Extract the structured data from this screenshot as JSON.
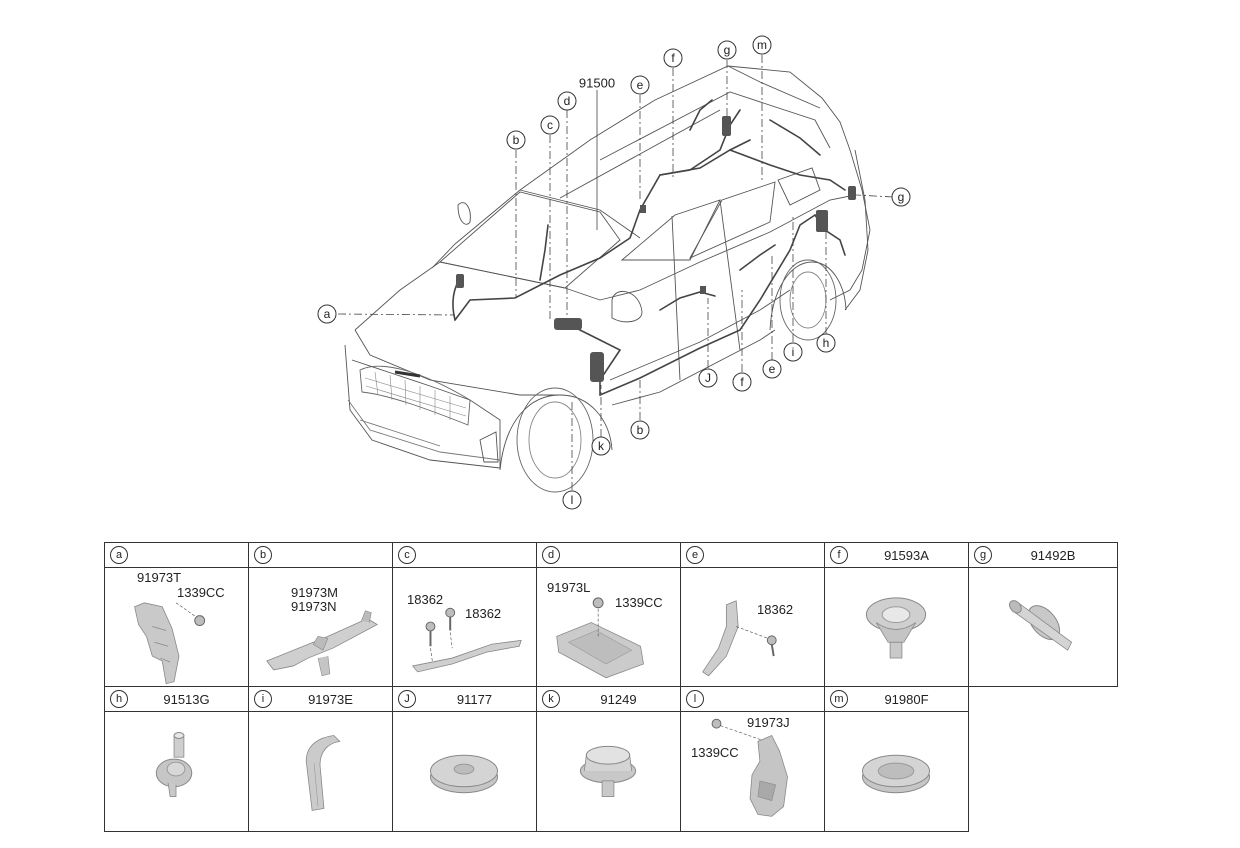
{
  "diagram": {
    "main_part": "91500",
    "callouts": {
      "a": "a",
      "b_top": "b",
      "b_bottom": "b",
      "c": "c",
      "d": "d",
      "e_top": "e",
      "e_bottom": "e",
      "f_top": "f",
      "f_bottom": "f",
      "g_top": "g",
      "g_right": "g",
      "h": "h",
      "i": "i",
      "j": "J",
      "k": "k",
      "l": "l",
      "m": "m"
    }
  },
  "parts_table": {
    "a": {
      "letter": "a",
      "header_part": "",
      "labels": [
        "91973T",
        "1339CC"
      ]
    },
    "b": {
      "letter": "b",
      "header_part": "",
      "labels": [
        "91973M",
        "91973N"
      ]
    },
    "c": {
      "letter": "c",
      "header_part": "",
      "labels": [
        "18362",
        "18362"
      ]
    },
    "d": {
      "letter": "d",
      "header_part": "",
      "labels": [
        "91973L",
        "1339CC"
      ]
    },
    "e": {
      "letter": "e",
      "header_part": "",
      "labels": [
        "18362"
      ]
    },
    "f": {
      "letter": "f",
      "header_part": "91593A",
      "labels": []
    },
    "g": {
      "letter": "g",
      "header_part": "91492B",
      "labels": []
    },
    "h": {
      "letter": "h",
      "header_part": "91513G",
      "labels": []
    },
    "i": {
      "letter": "i",
      "header_part": "91973E",
      "labels": []
    },
    "j": {
      "letter": "J",
      "header_part": "91177",
      "labels": []
    },
    "k": {
      "letter": "k",
      "header_part": "91249",
      "labels": []
    },
    "l": {
      "letter": "l",
      "header_part": "",
      "labels": [
        "91973J",
        "1339CC"
      ]
    },
    "m": {
      "letter": "m",
      "header_part": "91980F",
      "labels": []
    }
  }
}
